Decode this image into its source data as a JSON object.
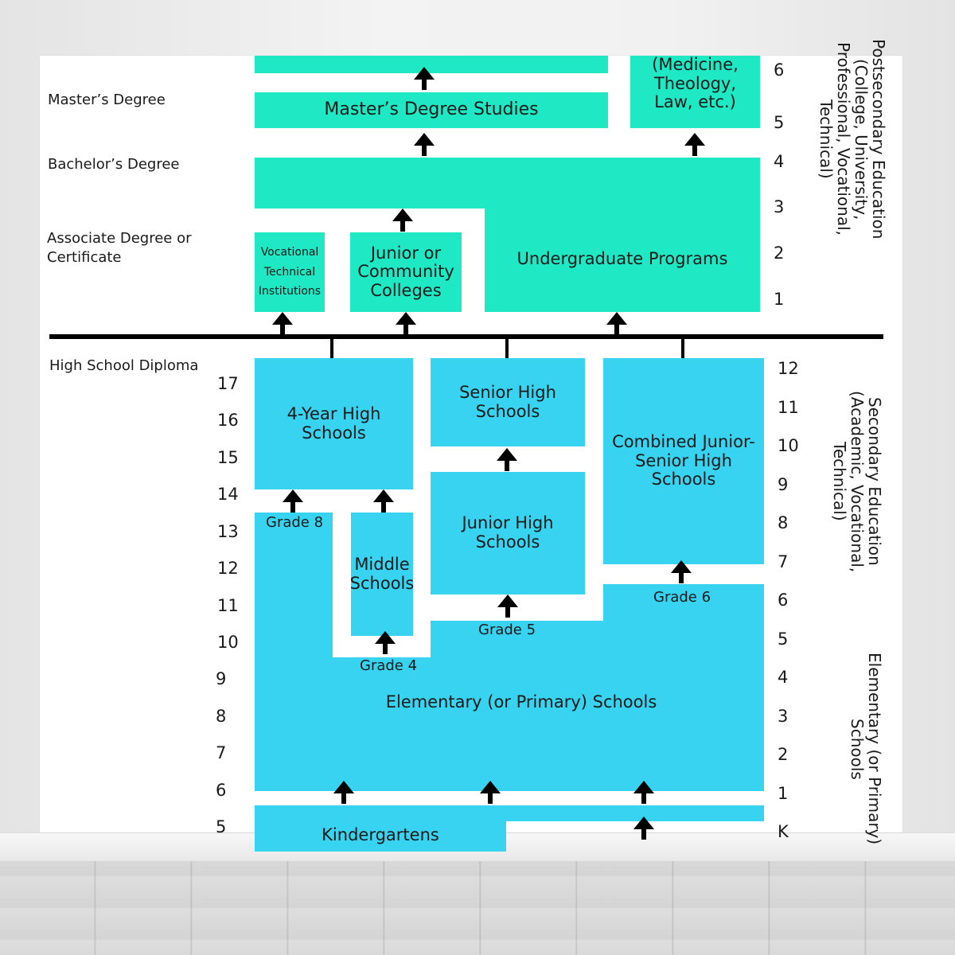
{
  "left_labels": {
    "masters": "Master’s Degree",
    "bachelors": "Bachelor’s Degree",
    "associate": "Associate Degree or Certificate",
    "high_school": "High School Diploma"
  },
  "boxes": {
    "masters_studies": "Master’s Degree Studies",
    "professional": "(Medicine, Theology, Law, etc.)",
    "vocational": "Vocational Technical Institutions",
    "junior_college": "Junior or Community Colleges",
    "undergraduate": "Undergraduate Programs",
    "four_year": "4-Year High Schools",
    "senior_high": "Senior High Schools",
    "combined": "Combined Junior-Senior High Schools",
    "middle": "Middle Schools",
    "junior_high": "Junior High Schools",
    "elementary": "Elementary (or Primary) Schools",
    "kindergarten": "Kindergartens"
  },
  "grade_labels": {
    "grade8": "Grade 8",
    "grade4": "Grade 4",
    "grade5": "Grade 5",
    "grade6": "Grade 6"
  },
  "right_numbers_top": [
    "6",
    "5",
    "4",
    "3",
    "2",
    "1"
  ],
  "right_numbers_bottom": [
    "12",
    "11",
    "10",
    "9",
    "8",
    "7",
    "6",
    "5",
    "4",
    "3",
    "2",
    "1",
    "K"
  ],
  "age_numbers": [
    "17",
    "16",
    "15",
    "14",
    "13",
    "12",
    "11",
    "10",
    "9",
    "8",
    "7",
    "6",
    "5"
  ],
  "side_labels": {
    "postsecondary": "Postsecondary Education (College, University, Professional, Vocational, Technical)",
    "secondary": "Secondary Education (Academic, Vocational, Technical)",
    "elementary": "Elementary (or Primary) Schools"
  }
}
